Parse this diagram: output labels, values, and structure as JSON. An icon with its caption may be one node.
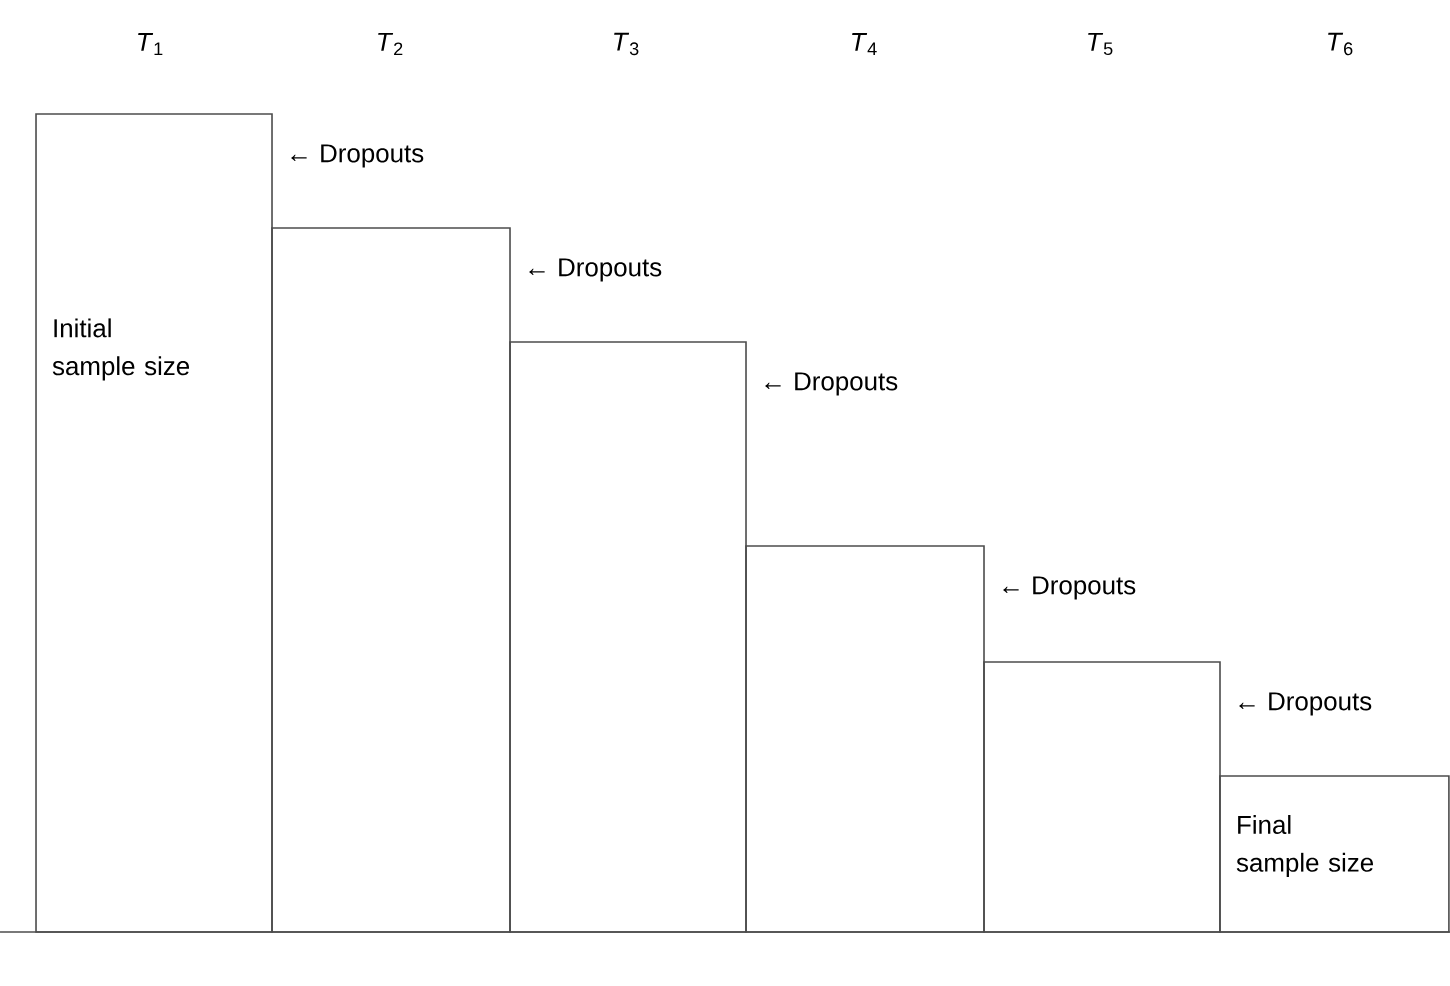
{
  "diagram": {
    "nodes": [
      {
        "text": [
          "Initial sample size"
        ]
      },
      {
        "text": [],
        "shape": "bar"
      },
      {
        "text": [],
        "shape": "bar"
      },
      {
        "text": [],
        "shape": "bar"
      },
      {
        "text": [],
        "shape": "bar"
      },
      {
        "text": [
          "Final sample size"
        ]
      }
    ],
    "labels": [
      "*T*$_{1}$",
      "*T*$_{2}$",
      "*T*$_{3}$",
      "*T*$_{4}$",
      "*T*$_{5}$",
      "*T*$_{6}$",
      "← Dropouts",
      "← Dropouts",
      "← Dropouts",
      "← Dropouts",
      "← Dropouts"
    ]
  }
}
